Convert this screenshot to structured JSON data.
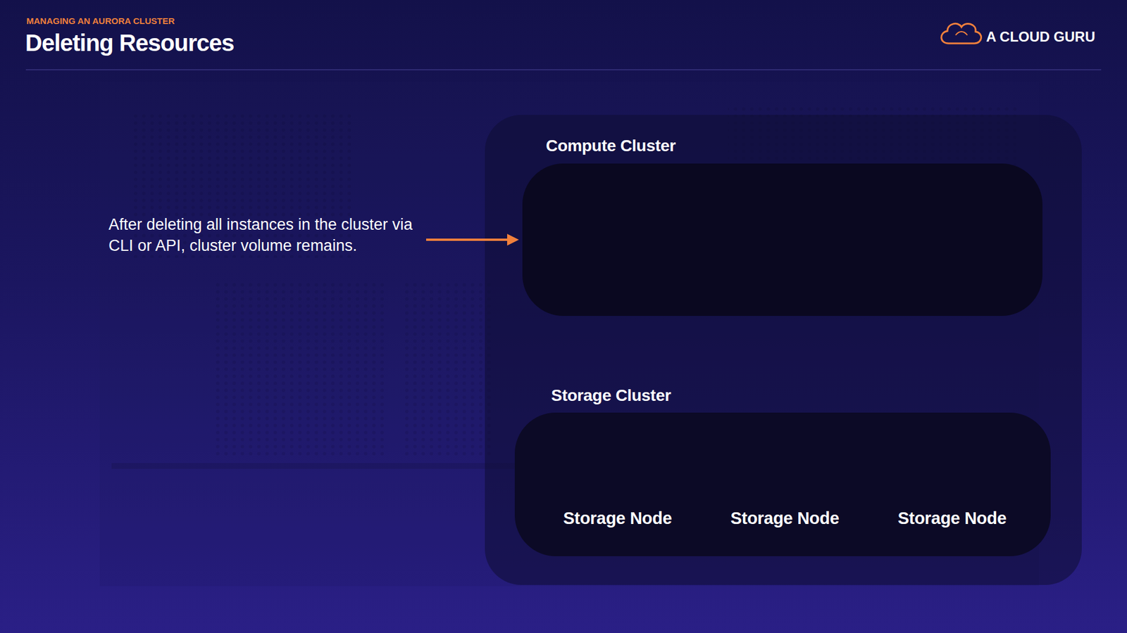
{
  "diagram": {
    "title": "Deleting Resources",
    "nodes": [
      {
        "text": [
          "Compute Cluster"
        ]
      },
      {
        "text": [
          "Storage Cluster"
        ]
      },
      {
        "text": [
          "Storage Node"
        ],
        "in": 1
      },
      {
        "text": [
          "Storage Node"
        ],
        "in": 1
      },
      {
        "text": [
          "Storage Node"
        ],
        "in": 1
      }
    ],
    "labels": [
      "MANAGING AN AURORA CLUSTER",
      "A CLOUD GURU",
      "After deleting all instances in the cluster via CLI or API, cluster volume remains."
    ]
  }
}
